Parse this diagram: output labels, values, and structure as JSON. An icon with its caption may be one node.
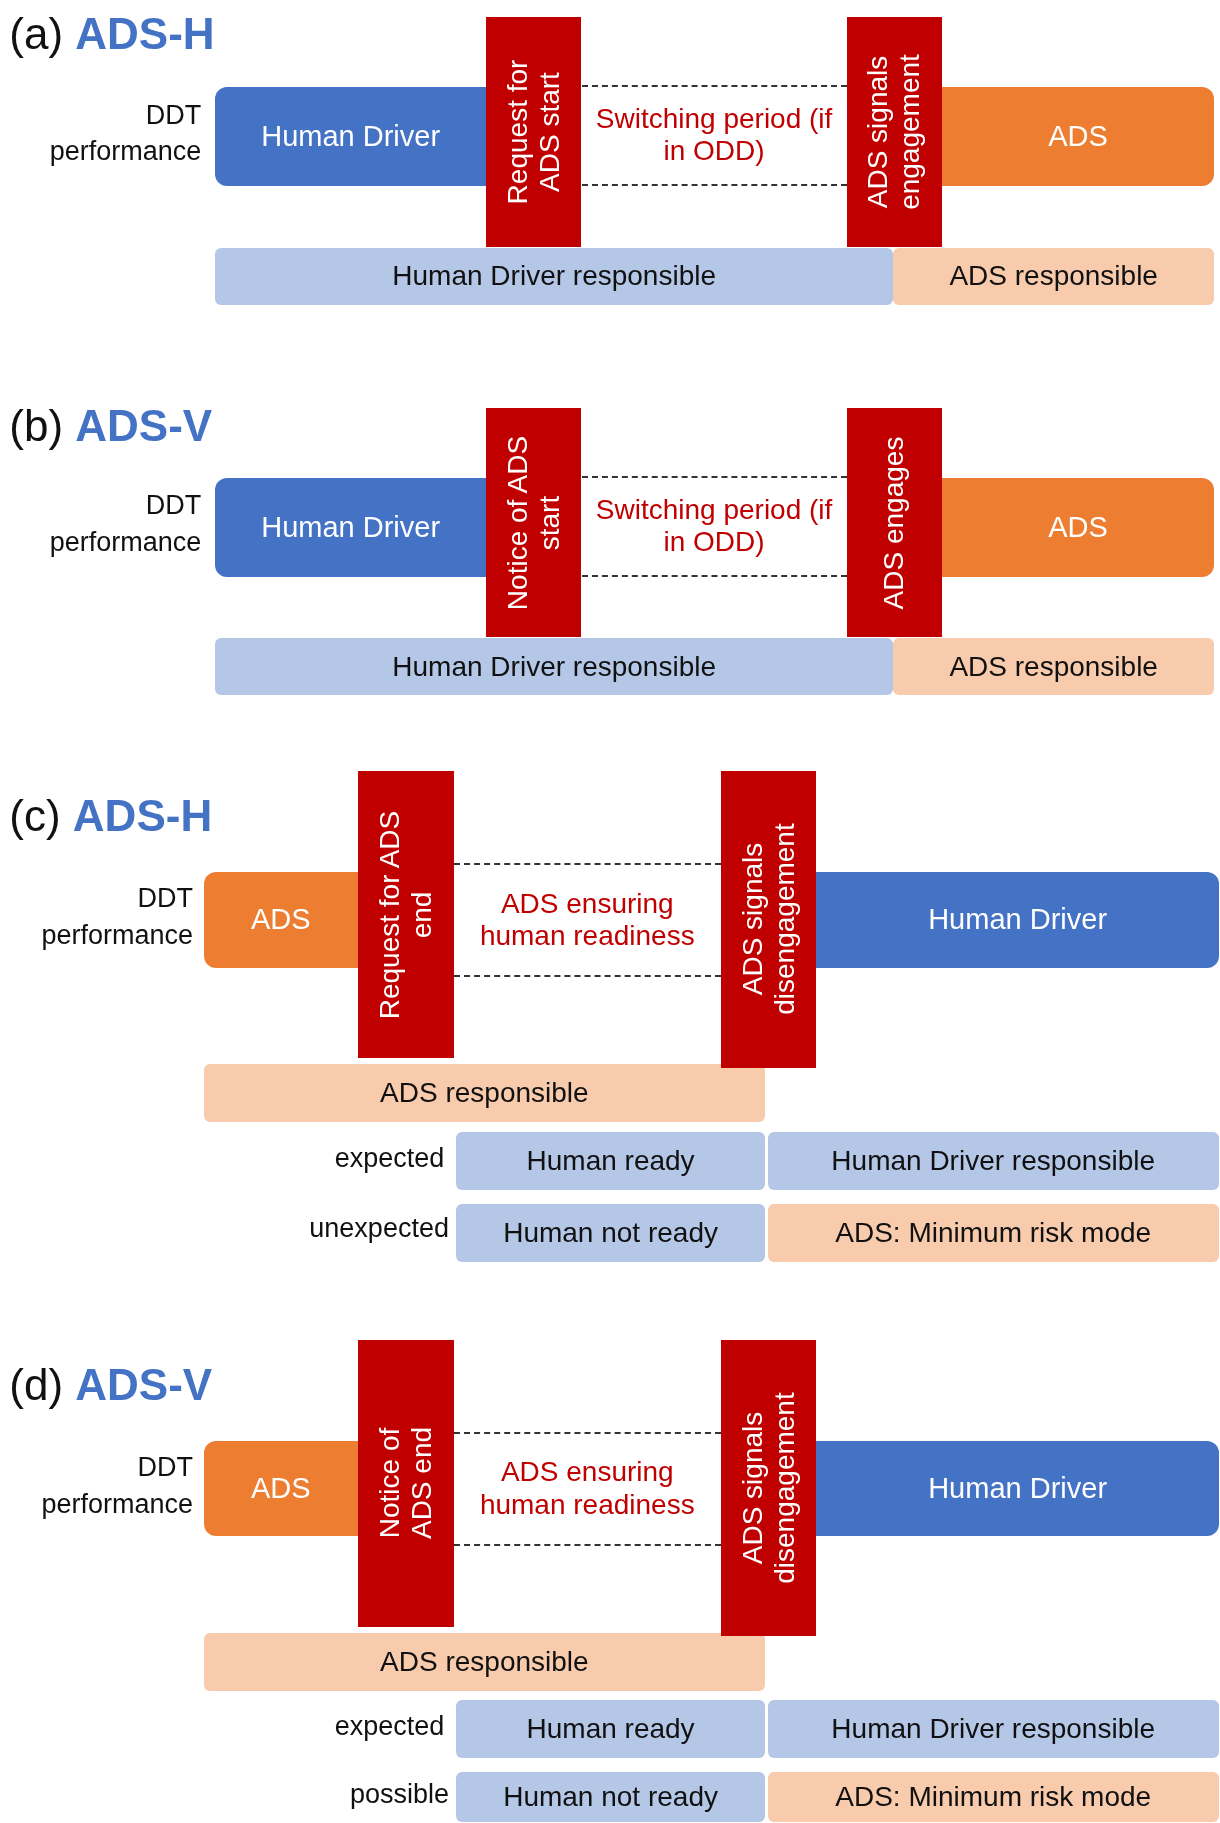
{
  "diagram": {
    "nodes": [
      {
        "text": [
          "Human Driver"
        ]
      },
      {
        "text": [
          "Request for ADS start"
        ]
      },
      {
        "text": [
          "Switching period (if in ODD)"
        ]
      },
      {
        "text": [
          "ADS signals engagement"
        ]
      },
      {
        "text": [
          "ADS"
        ]
      },
      {
        "text": [
          "Human Driver responsible"
        ]
      },
      {
        "text": [
          "ADS responsible"
        ]
      },
      {
        "text": [
          "Human Driver"
        ]
      },
      {
        "text": [
          "Notice of ADS start"
        ]
      },
      {
        "text": [
          "Switching period (if in ODD)"
        ]
      },
      {
        "text": [
          "ADS engages"
        ]
      },
      {
        "text": [
          "ADS"
        ]
      },
      {
        "text": [
          "Human Driver responsible"
        ]
      },
      {
        "text": [
          "ADS responsible"
        ]
      },
      {
        "text": [
          "ADS"
        ]
      },
      {
        "text": [
          "Request for ADS end"
        ]
      },
      {
        "text": [
          "ADS ensuring human readiness"
        ]
      },
      {
        "text": [
          "ADS signals disengagement"
        ]
      },
      {
        "text": [
          "Human Driver"
        ]
      },
      {
        "text": [
          "ADS responsible"
        ]
      },
      {
        "text": [
          "Human ready"
        ]
      },
      {
        "text": [
          "Human Driver responsible"
        ]
      },
      {
        "text": [
          "Human not ready"
        ]
      },
      {
        "text": [
          "ADS: Minimum risk mode"
        ]
      },
      {
        "text": [
          "ADS"
        ]
      },
      {
        "text": [
          "Notice of ADS end"
        ]
      },
      {
        "text": [
          "ADS ensuring human readiness"
        ]
      },
      {
        "text": [
          "ADS signals disengagement"
        ]
      },
      {
        "text": [
          "Human Driver"
        ]
      },
      {
        "text": [
          "ADS responsible"
        ]
      },
      {
        "text": [
          "Human ready"
        ]
      },
      {
        "text": [
          "Human Driver responsible"
        ]
      },
      {
        "text": [
          "Human not ready"
        ]
      },
      {
        "text": [
          "ADS: Minimum risk mode"
        ]
      }
    ],
    "labels": [
      "(a) **ADS-H**",
      "DDT performance",
      "(b) **ADS-V**",
      "DDT performance",
      "(c) **ADS-H**",
      "DDT performance",
      "expected",
      "unexpected",
      "(d) **ADS-V**",
      "DDT performance",
      "expected",
      "possible"
    ]
  }
}
